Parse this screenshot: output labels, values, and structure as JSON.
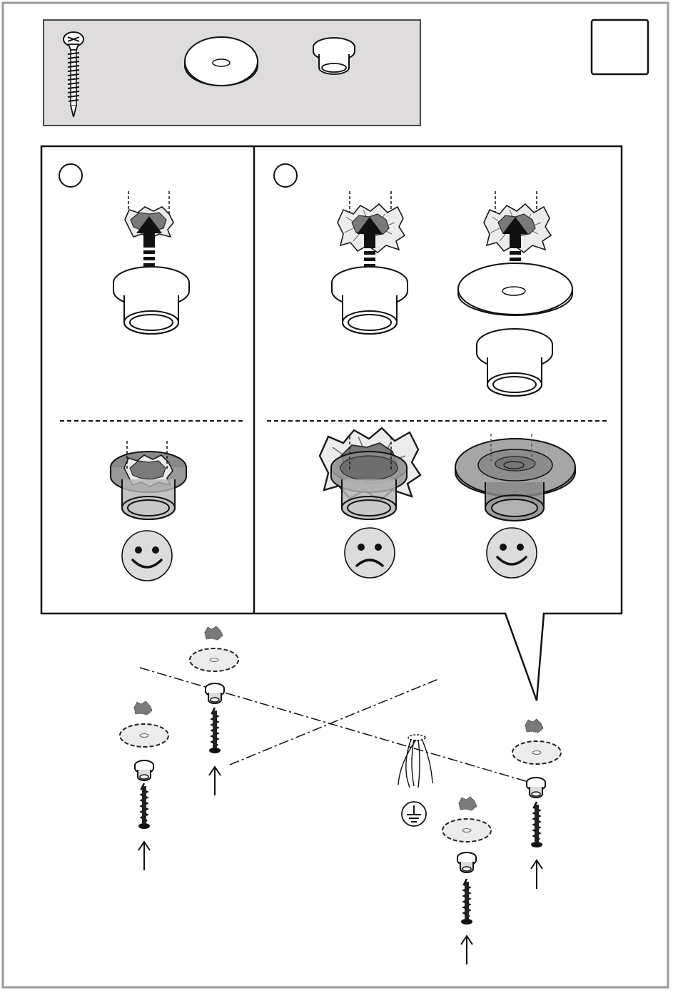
{
  "palette": {
    "frame": "#9a9a9a",
    "parts_panel": "#dedcdc",
    "ink": "#1a1a1a",
    "plaster_dark": "#7a7a7a",
    "plaster_light": "#e6e6e6",
    "face": "#dcdcdc",
    "ghost": "#9f9f9f"
  },
  "icons": {
    "parts": [
      "screw-icon",
      "cover-disc-icon",
      "sleeve-plug-icon"
    ],
    "step_box": "step-number-box",
    "ok": "smiley-happy-icon",
    "bad": "smiley-sad-icon",
    "ground": "earth-ground-icon",
    "direction": "up-arrow-icon"
  },
  "panels": {
    "left_case": "A",
    "right_case": "B"
  },
  "results": {
    "a_small_hole": "ok",
    "b_sleeve_only": "bad",
    "b_sleeve_with_disc": "ok"
  },
  "mount_points": 4
}
